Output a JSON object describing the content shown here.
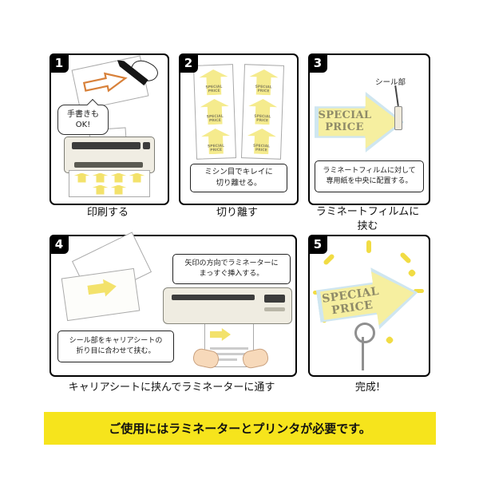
{
  "colors": {
    "yellow": "#f6e41c",
    "arrowfill": "#f6efa0",
    "film": "#cfe6f0"
  },
  "sign": {
    "stack": "SPECIAL\nPRICE"
  },
  "steps": {
    "s1": {
      "num": "1",
      "bubble": "手書きも\nOK!",
      "caption": "印刷する"
    },
    "s2": {
      "num": "2",
      "note": "ミシン目でキレイに\n切り離せる。",
      "caption": "切り離す"
    },
    "s3": {
      "num": "3",
      "seal": "シール部",
      "note": "ラミネートフィルムに対して\n専用紙を中央に配置する。",
      "caption": "ラミネートフィルムに\n挟む"
    },
    "s4": {
      "num": "4",
      "note_sheet": "シール部をキャリアシートの\n折り目に合わせて挟む。",
      "note_insert": "矢印の方向でラミネーターに\nまっすぐ挿入する。",
      "caption": "キャリアシートに挟んでラミネーターに通す"
    },
    "s5": {
      "num": "5",
      "caption": "完成!"
    }
  },
  "footer": "ご使用にはラミネーターとプリンタが必要です。"
}
